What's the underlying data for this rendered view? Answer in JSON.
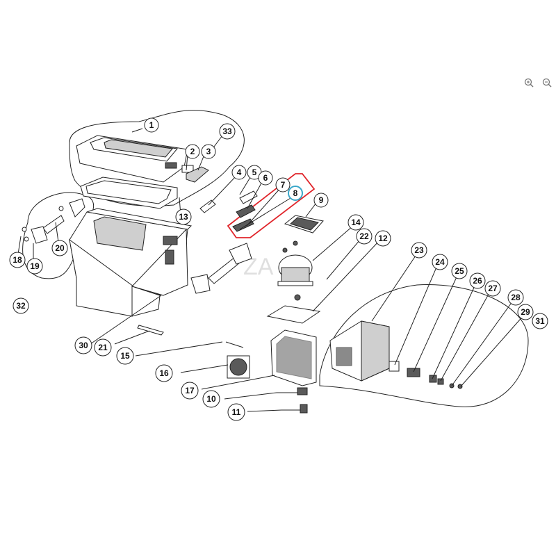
{
  "toolbar": {
    "zoom_in_icon": "zoom-in-icon",
    "zoom_out_icon": "zoom-out-icon"
  },
  "highlight": {
    "part_number": "8",
    "outline_color": "#e0242a",
    "circle_color": "#3aa7c9"
  },
  "callouts": [
    "1",
    "2",
    "3",
    "4",
    "5",
    "6",
    "7",
    "8",
    "9",
    "10",
    "11",
    "12",
    "13",
    "14",
    "15",
    "16",
    "17",
    "18",
    "19",
    "20",
    "21",
    "22",
    "23",
    "24",
    "25",
    "26",
    "27",
    "28",
    "29",
    "30",
    "31",
    "32",
    "33"
  ],
  "watermark": "ZA"
}
